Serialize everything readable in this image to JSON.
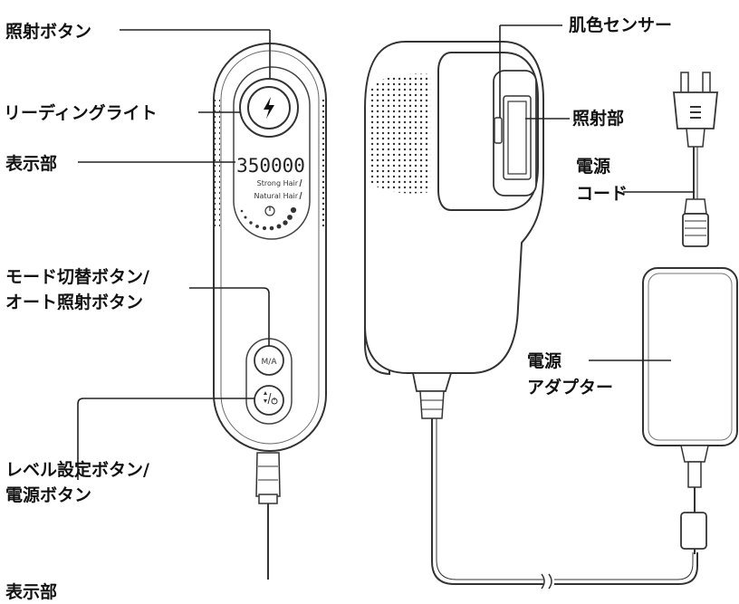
{
  "labels": {
    "irradiation_button": "照射ボタン",
    "reading_light": "リーディングライト",
    "display": "表示部",
    "mode_button_line1": "モード切替ボタン/",
    "mode_button_line2": "オート照射ボタン",
    "level_button_line1": "レベル設定ボタン/",
    "level_button_line2": "電源ボタン",
    "skin_sensor": "肌色センサー",
    "irradiation_part": "照射部",
    "power_cord_line1": "電源",
    "power_cord_line2": "コード",
    "adapter_line1": "電源",
    "adapter_line2": "アダプター",
    "bottom_caption": "表示部"
  },
  "device_display": {
    "counter": "350000",
    "mode_strong": "Strong Hair",
    "mode_natural": "Natural Hair",
    "mode_button_text": "M/A"
  },
  "icons": {
    "irradiation_button_icon": "lightning-bolt-icon",
    "power_icon": "power-icon",
    "level_icon": "level-arrows-icon"
  }
}
